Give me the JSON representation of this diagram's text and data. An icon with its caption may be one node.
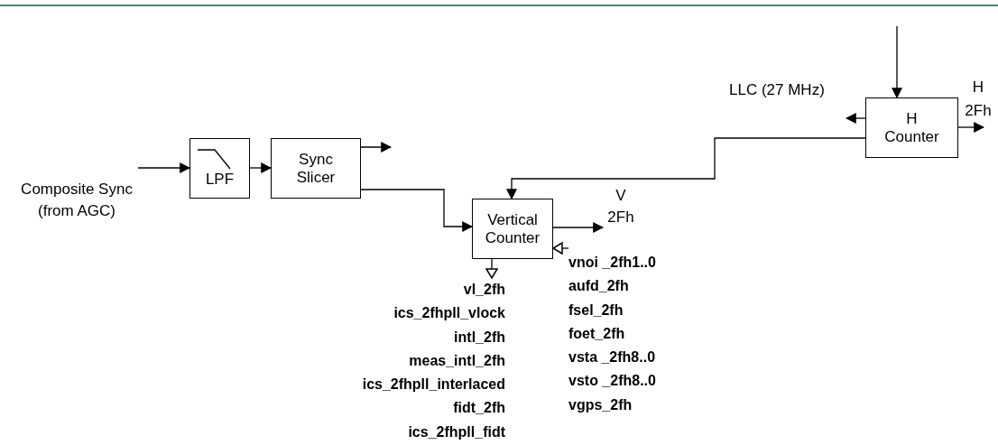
{
  "diagram": {
    "nodes": [
      {
        "text": [
          "LPF"
        ]
      },
      {
        "text": [
          "Sync Slicer"
        ]
      },
      {
        "text": [
          "Vertical Counter"
        ]
      },
      {
        "text": [
          "H Counter"
        ]
      },
      {
        "text": [
          "V 2Fh"
        ]
      },
      {
        "text": [
          "vl_2fh",
          "ics_2fhpll_vlock",
          "intl_2fh",
          "meas_intl_2fh",
          "ics_2fhpll_interlaced",
          "fidt_2fh",
          "ics_2fhpll_fidt"
        ]
      },
      {
        "text": [
          "vnoi _2fh1..0",
          "aufd_2fh",
          "fsel_2fh",
          "foet_2fh",
          "vsta _2fh8..0",
          "vsto _2fh8..0",
          "vgps_2fh"
        ]
      },
      {
        "text": [
          "H 2Fh"
        ]
      }
    ],
    "edges": [
      {
        "from": null,
        "to": 0,
        "arrow": "to"
      },
      {
        "from": 0,
        "to": 1,
        "arrow": "to"
      },
      {
        "from": 1,
        "to": null,
        "arrow": "to"
      },
      {
        "from": 1,
        "to": 2,
        "arrow": "to"
      },
      {
        "from": 2,
        "to": 4,
        "arrow": "to"
      },
      {
        "from": 3,
        "to": 2,
        "arrow": "to"
      },
      {
        "from": 3,
        "to": null,
        "arrow": "to"
      },
      {
        "from": null,
        "to": 3,
        "arrow": "to"
      },
      {
        "from": 3,
        "to": 7,
        "arrow": "to"
      },
      {
        "from": 2,
        "to": 5,
        "arrow": "to"
      },
      {
        "from": 6,
        "to": 2,
        "arrow": "to"
      }
    ],
    "labels": [
      "Composite Sync (from AGC)",
      "LLC (27 MHz)"
    ]
  }
}
